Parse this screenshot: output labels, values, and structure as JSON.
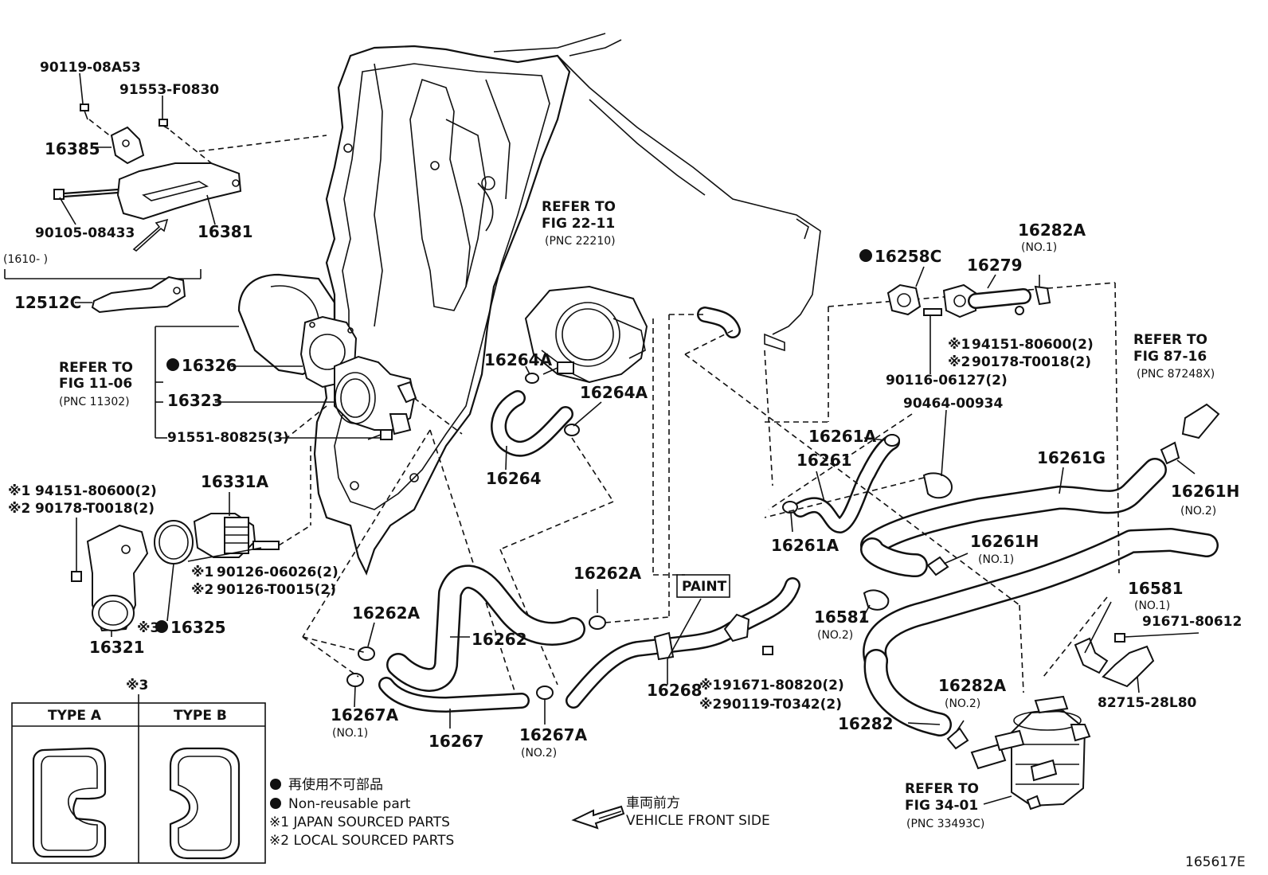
{
  "labels": {
    "p_9011908A53": "90119-08A53",
    "p_91553F0830": "91553-F0830",
    "p_16385": "16385",
    "p_9010508433": "90105-08433",
    "p_16381": "16381",
    "p_range": "(1610-     )",
    "p_12512C": "12512C",
    "ref1_l1": "REFER TO",
    "ref1_l2": "FIG 11-06",
    "ref1_l3": "(PNC 11302)",
    "p_16326": "16326",
    "p_16323": "16323",
    "p_9155180825": "91551-80825(3)",
    "j1_9415180600": "94151-80600(2)",
    "j2_90178T0018": "90178-T0018(2)",
    "p_16331A": "16331A",
    "j1_9012606026": "90126-06026(2)",
    "j2_90126T0015": "90126-T0015(2)",
    "p_16321": "16321",
    "p_16325": "16325",
    "ref2_l1": "REFER TO",
    "ref2_l2": "FIG 22-11",
    "ref2_l3": "(PNC 22210)",
    "p_16264A_1": "16264A",
    "p_16264A_2": "16264A",
    "p_16264": "16264",
    "p_16262A_1": "16262A",
    "p_16262A_2": "16262A",
    "p_16262": "16262",
    "p_16267A_1": "16267A",
    "no1_a": "(NO.1)",
    "p_16267": "16267",
    "p_16267A_2": "16267A",
    "no2_a": "(NO.2)",
    "paint": "PAINT",
    "p_16268": "16268",
    "j1_9167180820": "91671-80820(2)",
    "j2_90119T0342": "90119-T0342(2)",
    "p_16258C": "16258C",
    "p_16279": "16279",
    "p_16282A_1": "16282A",
    "no1_b": "(NO.1)",
    "j1_9415180600b": "94151-80600(2)",
    "j2_90178T0018b": "90178-T0018(2)",
    "p_9011606127": "90116-06127(2)",
    "p_9046400934": "90464-00934",
    "p_16261A_1": "16261A",
    "p_16261": "16261",
    "p_16261A_2": "16261A",
    "p_16261G": "16261G",
    "ref3_l1": "REFER TO",
    "ref3_l2": "FIG 87-16",
    "ref3_l3": "(PNC 87248X)",
    "p_16261H_1": "16261H",
    "no2_b": "(NO.2)",
    "p_16261H_2": "16261H",
    "no1_c": "(NO.1)",
    "p_16581_1": "16581",
    "no2_c": "(NO.2)",
    "p_16581_2": "16581",
    "no1_d": "(NO.1)",
    "p_9167180612": "91671-80612",
    "p_16282A_2": "16282A",
    "no2_d": "(NO.2)",
    "p_16282": "16282",
    "p_8271528L80": "82715-28L80",
    "ref4_l1": "REFER TO",
    "ref4_l2": "FIG 34-01",
    "ref4_l3": "(PNC 33493C)",
    "note3": "※3",
    "type_a": "TYPE A",
    "type_b": "TYPE B",
    "legend_jp": "再使用不可部品",
    "legend_en": "Non-reusable part",
    "legend_j1": "※1 JAPAN SOURCED PARTS",
    "legend_j2": "※2 LOCAL SOURCED PARTS",
    "front_jp": "車両前方",
    "front_en": "VEHICLE FRONT SIDE",
    "diagram_id": "165617E",
    "mark1": "※1",
    "mark2": "※2",
    "mark3": "※3"
  }
}
